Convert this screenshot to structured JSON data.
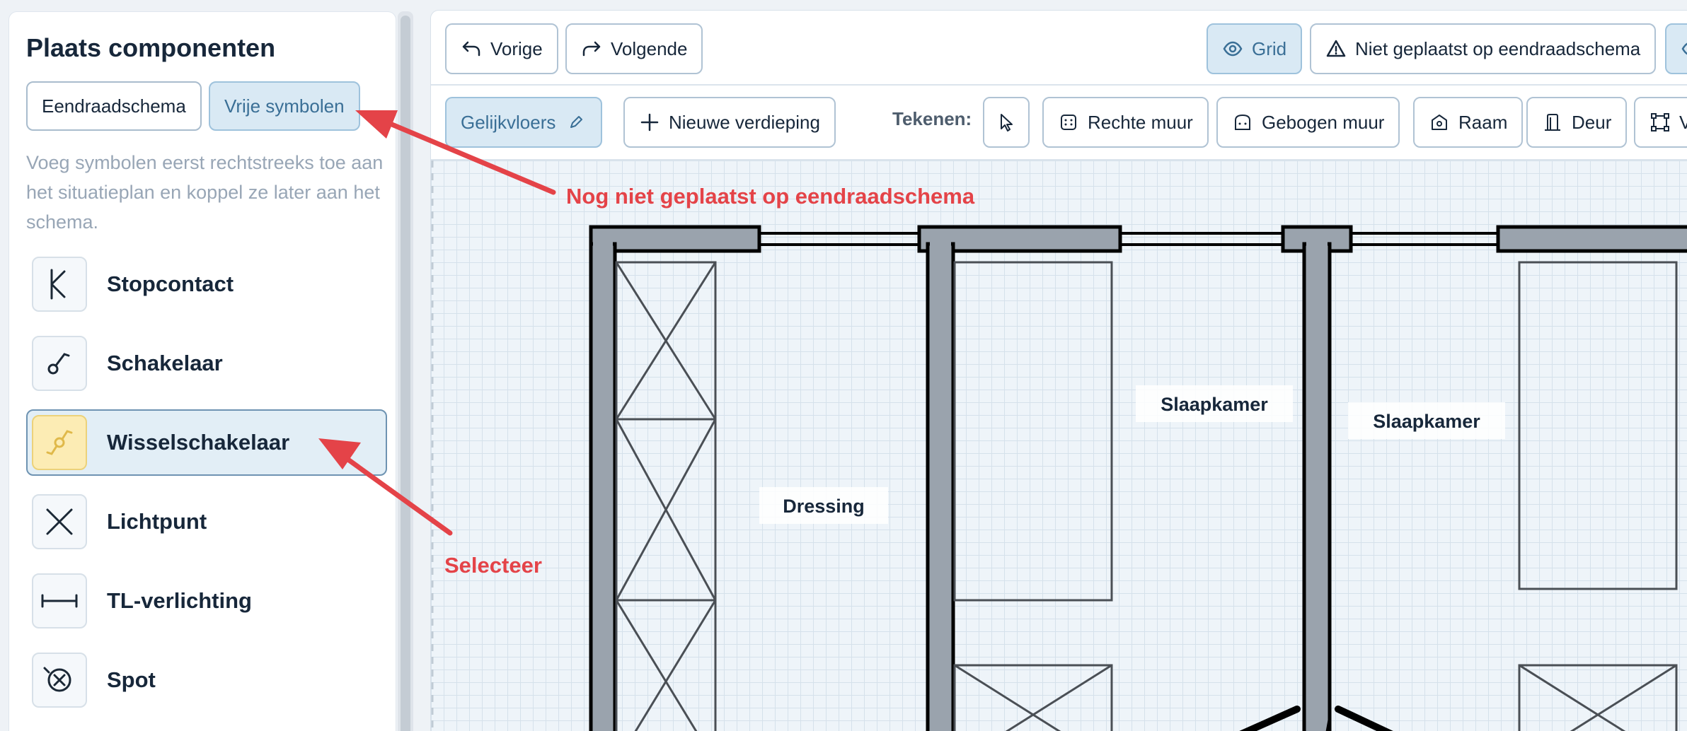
{
  "sidebar": {
    "title": "Plaats componenten",
    "modes": [
      {
        "label": "Eendraadschema",
        "active": false
      },
      {
        "label": "Vrije symbolen",
        "active": true
      }
    ],
    "help_text": "Voeg symbolen eerst rechtstreeks toe aan het situatieplan en koppel ze later aan het schema.",
    "symbols": [
      {
        "label": "Stopcontact",
        "icon": "socket-icon",
        "selected": false
      },
      {
        "label": "Schakelaar",
        "icon": "switch-icon",
        "selected": false
      },
      {
        "label": "Wisselschakelaar",
        "icon": "two-way-switch-icon",
        "selected": true
      },
      {
        "label": "Lichtpunt",
        "icon": "light-point-icon",
        "selected": false
      },
      {
        "label": "TL-verlichting",
        "icon": "fluorescent-light-icon",
        "selected": false
      },
      {
        "label": "Spot",
        "icon": "spot-icon",
        "selected": false
      }
    ]
  },
  "toolbar": {
    "undo_label": "Vorige",
    "redo_label": "Volgende",
    "grid_label": "Grid",
    "unplaced_label": "Niet geplaatst op eendraadschema"
  },
  "toolbar2": {
    "floor_label": "Gelijkvloers",
    "new_floor_label": "Nieuwe verdieping",
    "draw_label": "Tekenen:",
    "tools": [
      "Rechte muur",
      "Gebogen muur",
      "Raam",
      "Deur",
      "Vl"
    ]
  },
  "floorplan": {
    "rooms": [
      "Dressing",
      "Slaapkamer",
      "Slaapkamer"
    ]
  },
  "annotations": {
    "top": "Nog niet geplaatst op eendraadschema",
    "bottom": "Selecteer"
  },
  "colors": {
    "accent": "#3a6f96",
    "annotation": "#e44348",
    "selected_icon_bg": "#fcecb4",
    "wall_fill": "#9aa3ad"
  }
}
